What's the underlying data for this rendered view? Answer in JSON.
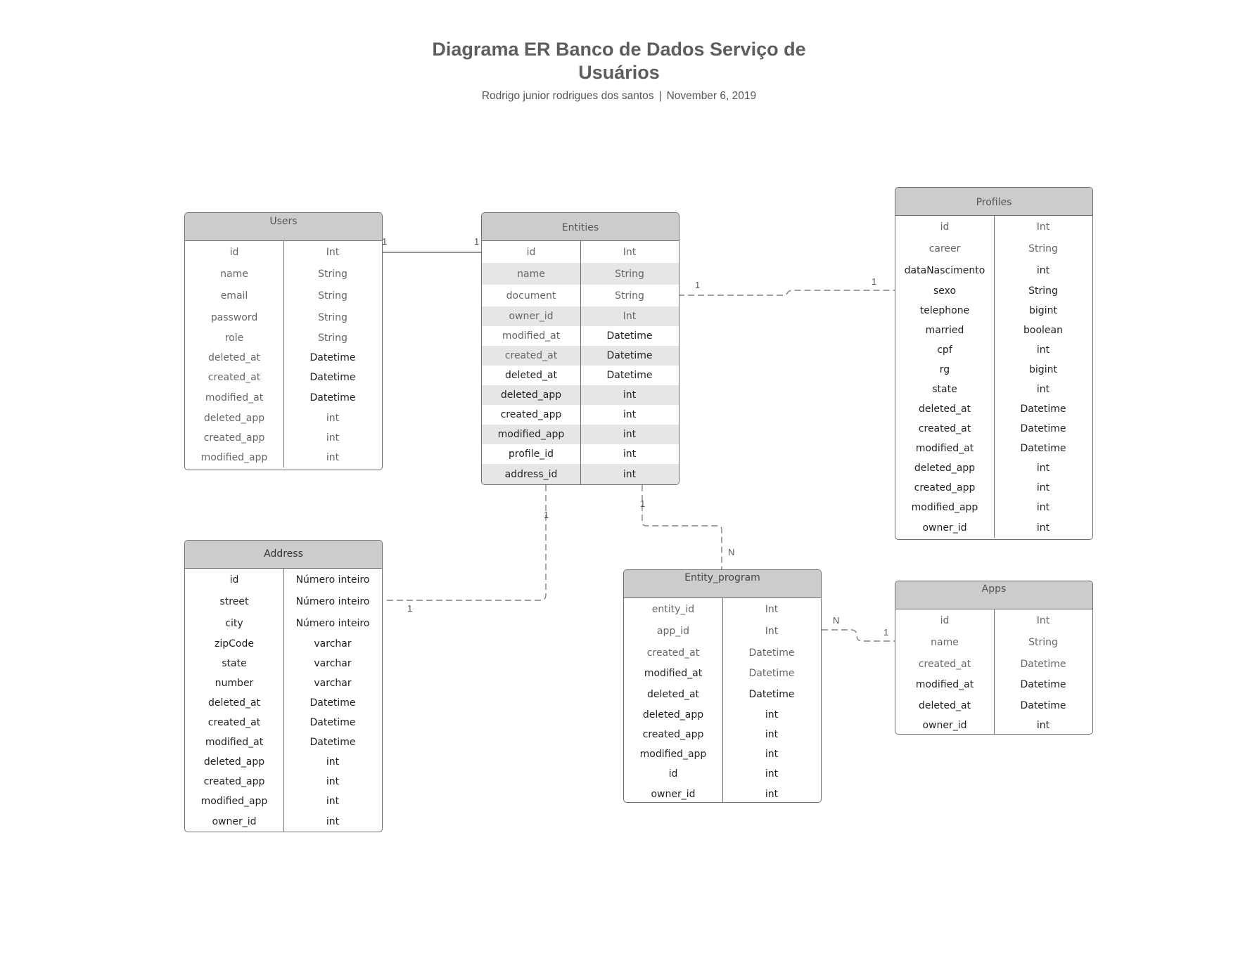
{
  "title": "Diagrama ER Banco de Dados Serviço de Usuários",
  "subtitle": {
    "author": "Rodrigo junior rodrigues dos santos",
    "separator": "|",
    "date": "November 6, 2019"
  },
  "tables": {
    "users": {
      "name": "Users",
      "rows": [
        {
          "field": "id",
          "type": "Int"
        },
        {
          "field": "name",
          "type": "String"
        },
        {
          "field": "email",
          "type": "String"
        },
        {
          "field": "password",
          "type": "String"
        },
        {
          "field": "role",
          "type": "String"
        },
        {
          "field": "deleted_at",
          "type": "Datetime"
        },
        {
          "field": "created_at",
          "type": "Datetime"
        },
        {
          "field": "modified_at",
          "type": "Datetime"
        },
        {
          "field": "deleted_app",
          "type": "int"
        },
        {
          "field": "created_app",
          "type": "int"
        },
        {
          "field": "modified_app",
          "type": "int"
        }
      ]
    },
    "entities": {
      "name": "Entities",
      "rows": [
        {
          "field": "id",
          "type": "Int"
        },
        {
          "field": "name",
          "type": "String"
        },
        {
          "field": "document",
          "type": "String"
        },
        {
          "field": "owner_id",
          "type": "Int"
        },
        {
          "field": "modified_at",
          "type": "Datetime"
        },
        {
          "field": "created_at",
          "type": "Datetime"
        },
        {
          "field": "deleted_at",
          "type": "Datetime"
        },
        {
          "field": "deleted_app",
          "type": "int"
        },
        {
          "field": "created_app",
          "type": "int"
        },
        {
          "field": "modified_app",
          "type": "int"
        },
        {
          "field": "profile_id",
          "type": "int"
        },
        {
          "field": "address_id",
          "type": "int"
        }
      ]
    },
    "profiles": {
      "name": "Profiles",
      "rows": [
        {
          "field": "id",
          "type": "Int"
        },
        {
          "field": "career",
          "type": "String"
        },
        {
          "field": "dataNascimento",
          "type": "int"
        },
        {
          "field": "sexo",
          "type": "String"
        },
        {
          "field": "telephone",
          "type": "bigint"
        },
        {
          "field": "married",
          "type": "boolean"
        },
        {
          "field": "cpf",
          "type": "int"
        },
        {
          "field": "rg",
          "type": "bigint"
        },
        {
          "field": "state",
          "type": "int"
        },
        {
          "field": "deleted_at",
          "type": "Datetime"
        },
        {
          "field": "created_at",
          "type": "Datetime"
        },
        {
          "field": "modified_at",
          "type": "Datetime"
        },
        {
          "field": "deleted_app",
          "type": "int"
        },
        {
          "field": "created_app",
          "type": "int"
        },
        {
          "field": "modified_app",
          "type": "int"
        },
        {
          "field": "owner_id",
          "type": "int"
        }
      ]
    },
    "address": {
      "name": "Address",
      "rows": [
        {
          "field": "id",
          "type": "Número inteiro"
        },
        {
          "field": "street",
          "type": "Número inteiro"
        },
        {
          "field": "city",
          "type": "Número inteiro"
        },
        {
          "field": "zipCode",
          "type": "varchar"
        },
        {
          "field": "state",
          "type": "varchar"
        },
        {
          "field": "number",
          "type": "varchar"
        },
        {
          "field": "deleted_at",
          "type": "Datetime"
        },
        {
          "field": "created_at",
          "type": "Datetime"
        },
        {
          "field": "modified_at",
          "type": "Datetime"
        },
        {
          "field": "deleted_app",
          "type": "int"
        },
        {
          "field": "created_app",
          "type": "int"
        },
        {
          "field": "modified_app",
          "type": "int"
        },
        {
          "field": "owner_id",
          "type": "int"
        }
      ]
    },
    "entity_program": {
      "name": "Entity_program",
      "rows": [
        {
          "field": "entity_id",
          "type": "Int"
        },
        {
          "field": "app_id",
          "type": "Int"
        },
        {
          "field": "created_at",
          "type": "Datetime"
        },
        {
          "field": "modified_at",
          "type": "Datetime"
        },
        {
          "field": "deleted_at",
          "type": "Datetime"
        },
        {
          "field": "deleted_app",
          "type": "int"
        },
        {
          "field": "created_app",
          "type": "int"
        },
        {
          "field": "modified_app",
          "type": "int"
        },
        {
          "field": "id",
          "type": "int"
        },
        {
          "field": "owner_id",
          "type": "int"
        }
      ]
    },
    "apps": {
      "name": "Apps",
      "rows": [
        {
          "field": "id",
          "type": "Int"
        },
        {
          "field": "name",
          "type": "String"
        },
        {
          "field": "created_at",
          "type": "Datetime"
        },
        {
          "field": "modified_at",
          "type": "Datetime"
        },
        {
          "field": "deleted_at",
          "type": "Datetime"
        },
        {
          "field": "owner_id",
          "type": "int"
        }
      ]
    }
  },
  "relationships": {
    "users_entities": {
      "users_end": "1",
      "entities_end": "1"
    },
    "entities_profiles": {
      "entities_end": "1",
      "profiles_end": "1"
    },
    "entities_address": {
      "entities_end": "1",
      "address_end": "1"
    },
    "entities_entity_program": {
      "entities_end": "1",
      "entity_program_end": "N"
    },
    "entity_program_apps": {
      "entity_program_end": "N",
      "apps_end": "1"
    }
  }
}
